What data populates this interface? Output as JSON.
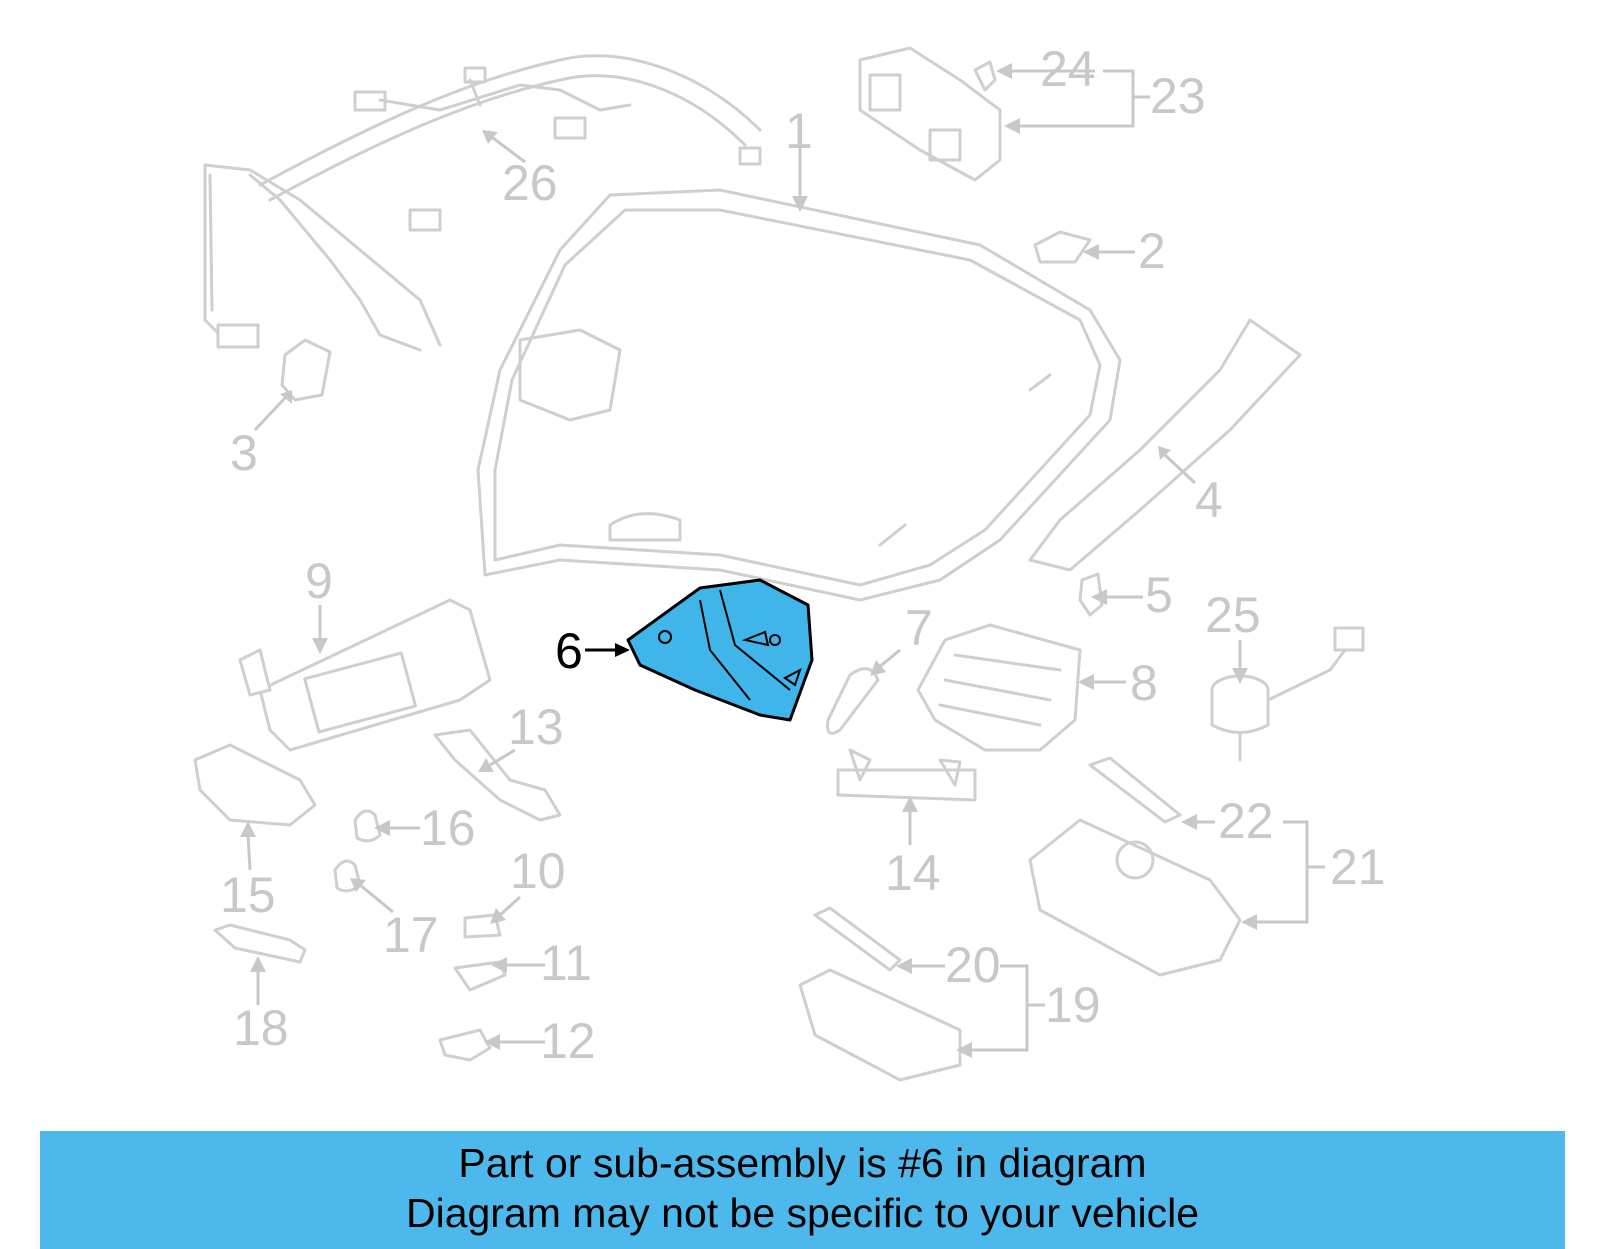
{
  "diagram": {
    "highlighted_part": "6",
    "callouts": [
      "1",
      "2",
      "3",
      "4",
      "5",
      "6",
      "7",
      "8",
      "9",
      "10",
      "11",
      "12",
      "13",
      "14",
      "15",
      "16",
      "17",
      "18",
      "19",
      "20",
      "21",
      "22",
      "23",
      "24",
      "25",
      "26"
    ],
    "colors": {
      "highlight": "#3fb5ea",
      "outline": "#cfcfcf",
      "callout": "#c8c8c8",
      "footer_bg": "#4db8ec"
    }
  },
  "footer": {
    "line1": "Part or sub-assembly is #6 in diagram",
    "line2": "Diagram may not be specific to your vehicle"
  }
}
